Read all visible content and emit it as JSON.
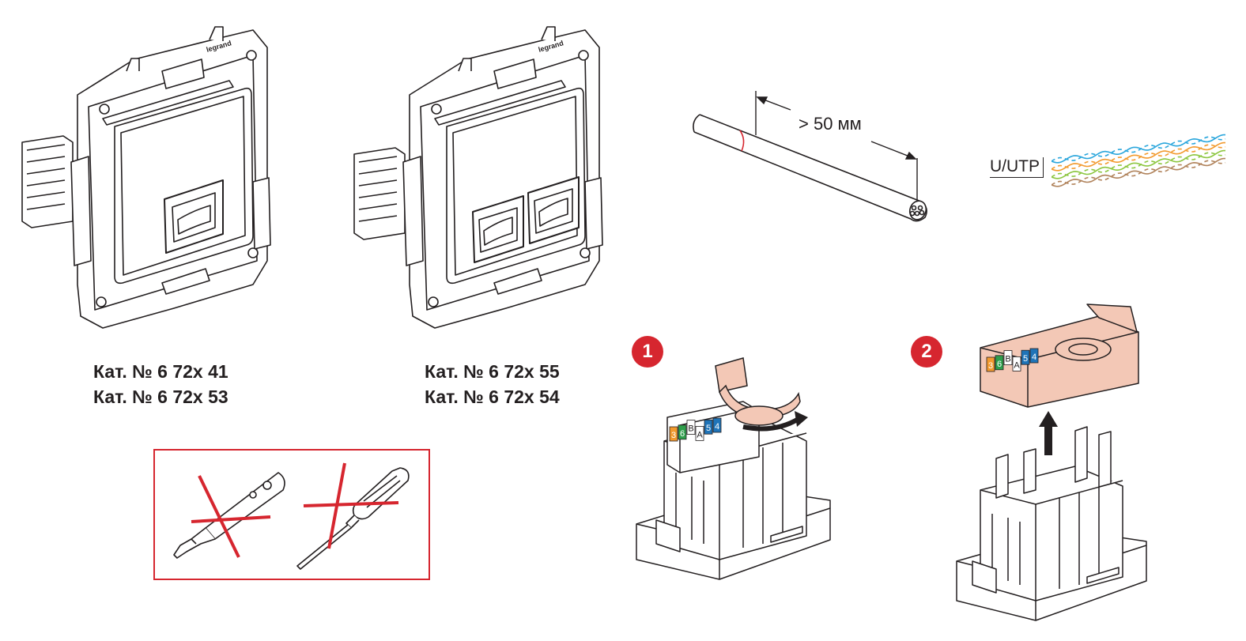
{
  "products": [
    {
      "lines": [
        "Кат. № 6 72x 41",
        "Кат. № 6 72x 53"
      ]
    },
    {
      "lines": [
        "Кат. № 6 72x 55",
        "Кат. № 6 72x 54"
      ]
    }
  ],
  "brand_mark": "legrand",
  "cable": {
    "strip_length_label": "> 50 мм"
  },
  "utp": {
    "label": "U/UTP",
    "wire_colors": [
      "#2aa6dc",
      "#f29a2e",
      "#8cc63f",
      "#b0825a"
    ]
  },
  "steps": [
    {
      "number": "1",
      "terminal_labels": [
        "3",
        "6",
        "B",
        "A",
        "5",
        "4"
      ]
    },
    {
      "number": "2",
      "terminal_labels": [
        "3",
        "6",
        "B",
        "A",
        "5",
        "4"
      ]
    }
  ],
  "forbidden_tools": [
    "punch-down-tool-icon",
    "screwdriver-icon"
  ],
  "colors": {
    "accent_red": "#d6262f",
    "cap_fill": "#f3c8b6",
    "line": "#231f20"
  }
}
